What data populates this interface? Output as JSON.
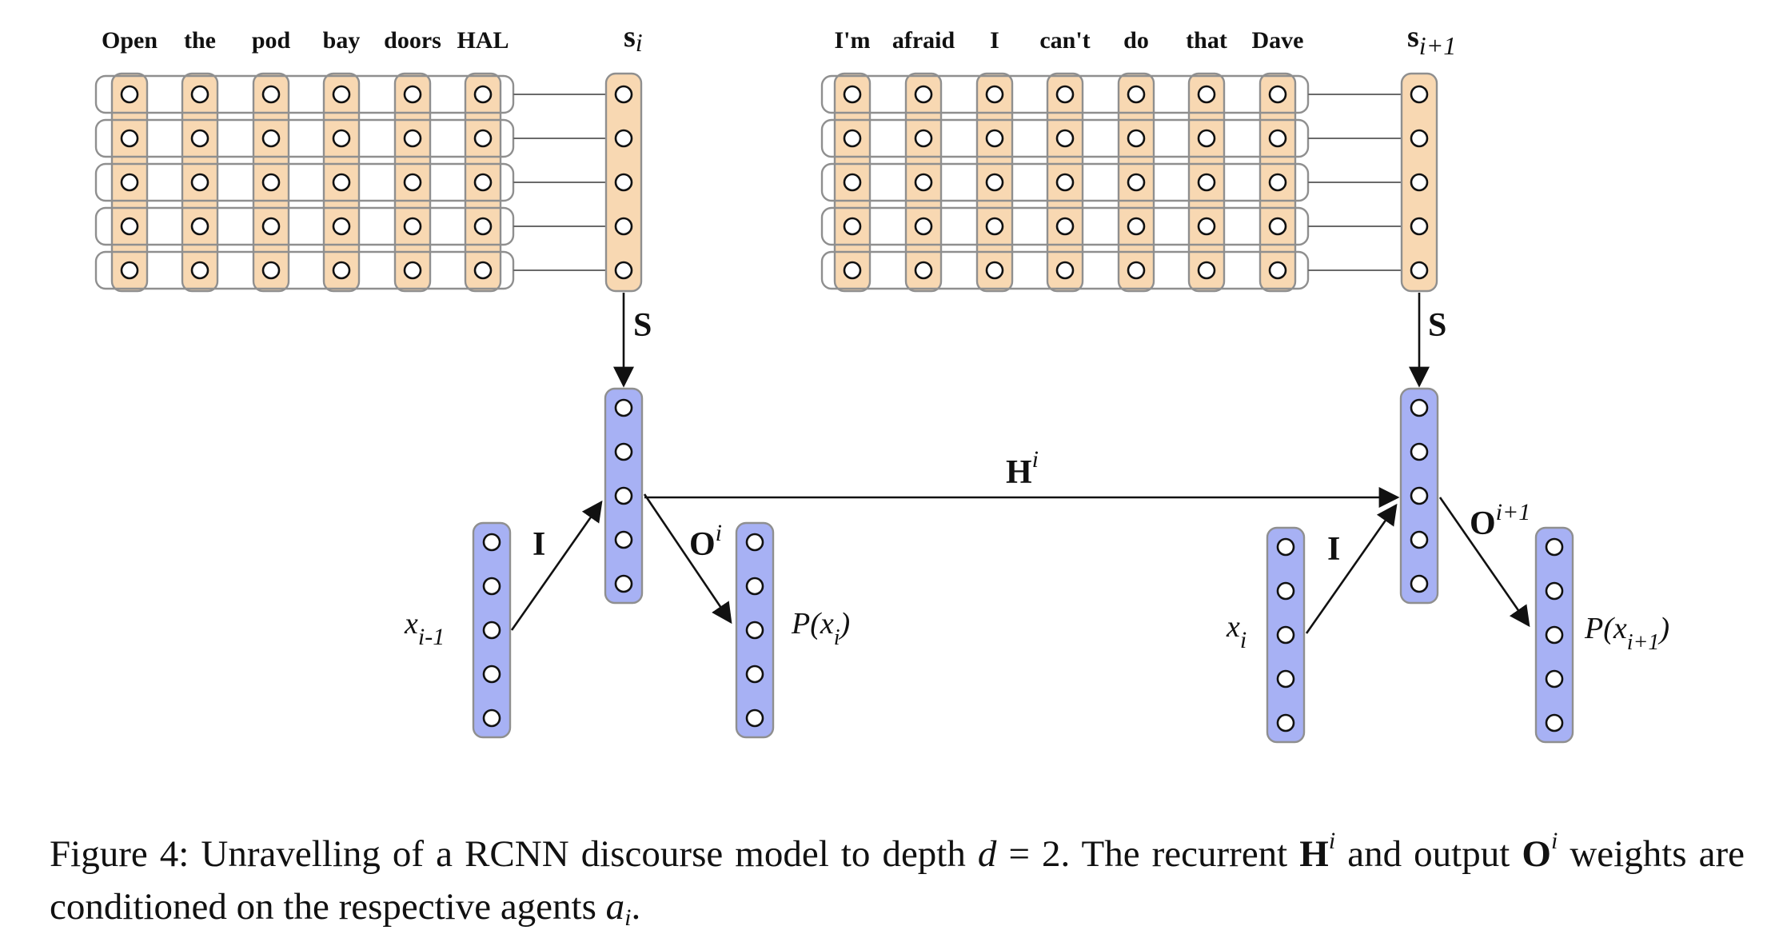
{
  "colors": {
    "sentence_fill": "#f8d8b2",
    "hidden_fill": "#a7b1f4",
    "stroke": "#8f8f8f",
    "line": "#6a6a6a",
    "arrow": "#111111"
  },
  "sentences": [
    {
      "words": [
        "Open",
        "the",
        "pod",
        "bay",
        "doors",
        "HAL"
      ],
      "sentence_vector": {
        "base": "s",
        "sub": "i"
      }
    },
    {
      "words": [
        "I'm",
        "afraid",
        "I",
        "can't",
        "do",
        "that",
        "Dave"
      ],
      "sentence_vector": {
        "base": "s",
        "sub": "i+1"
      }
    }
  ],
  "edges": {
    "s_label": "S",
    "i_label": "I",
    "h_label": {
      "base": "H",
      "sup": "i"
    },
    "o_left": {
      "base": "O",
      "sup": "i"
    },
    "o_right": {
      "base": "O",
      "sup": "i+1"
    }
  },
  "inputs": {
    "left": {
      "base": "x",
      "sub": "i-1"
    },
    "right": {
      "base": "x",
      "sub": "i"
    }
  },
  "outputs": {
    "left": {
      "base": "P(x",
      "sub": "i",
      "close": ")"
    },
    "right": {
      "base": "P(x",
      "sub": "i+1",
      "close": ")"
    }
  },
  "caption": {
    "prefix": "Figure 4:  Unravelling of a RCNN discourse model to depth ",
    "d": "d",
    "eq": " = 2.  The recurrent ",
    "H": "H",
    "H_sup": "i",
    "mid": " and output ",
    "O": "O",
    "O_sup": "i",
    "line2": " weights are conditioned on the respective agents ",
    "a": "a",
    "a_sub": "i",
    "end": "."
  }
}
